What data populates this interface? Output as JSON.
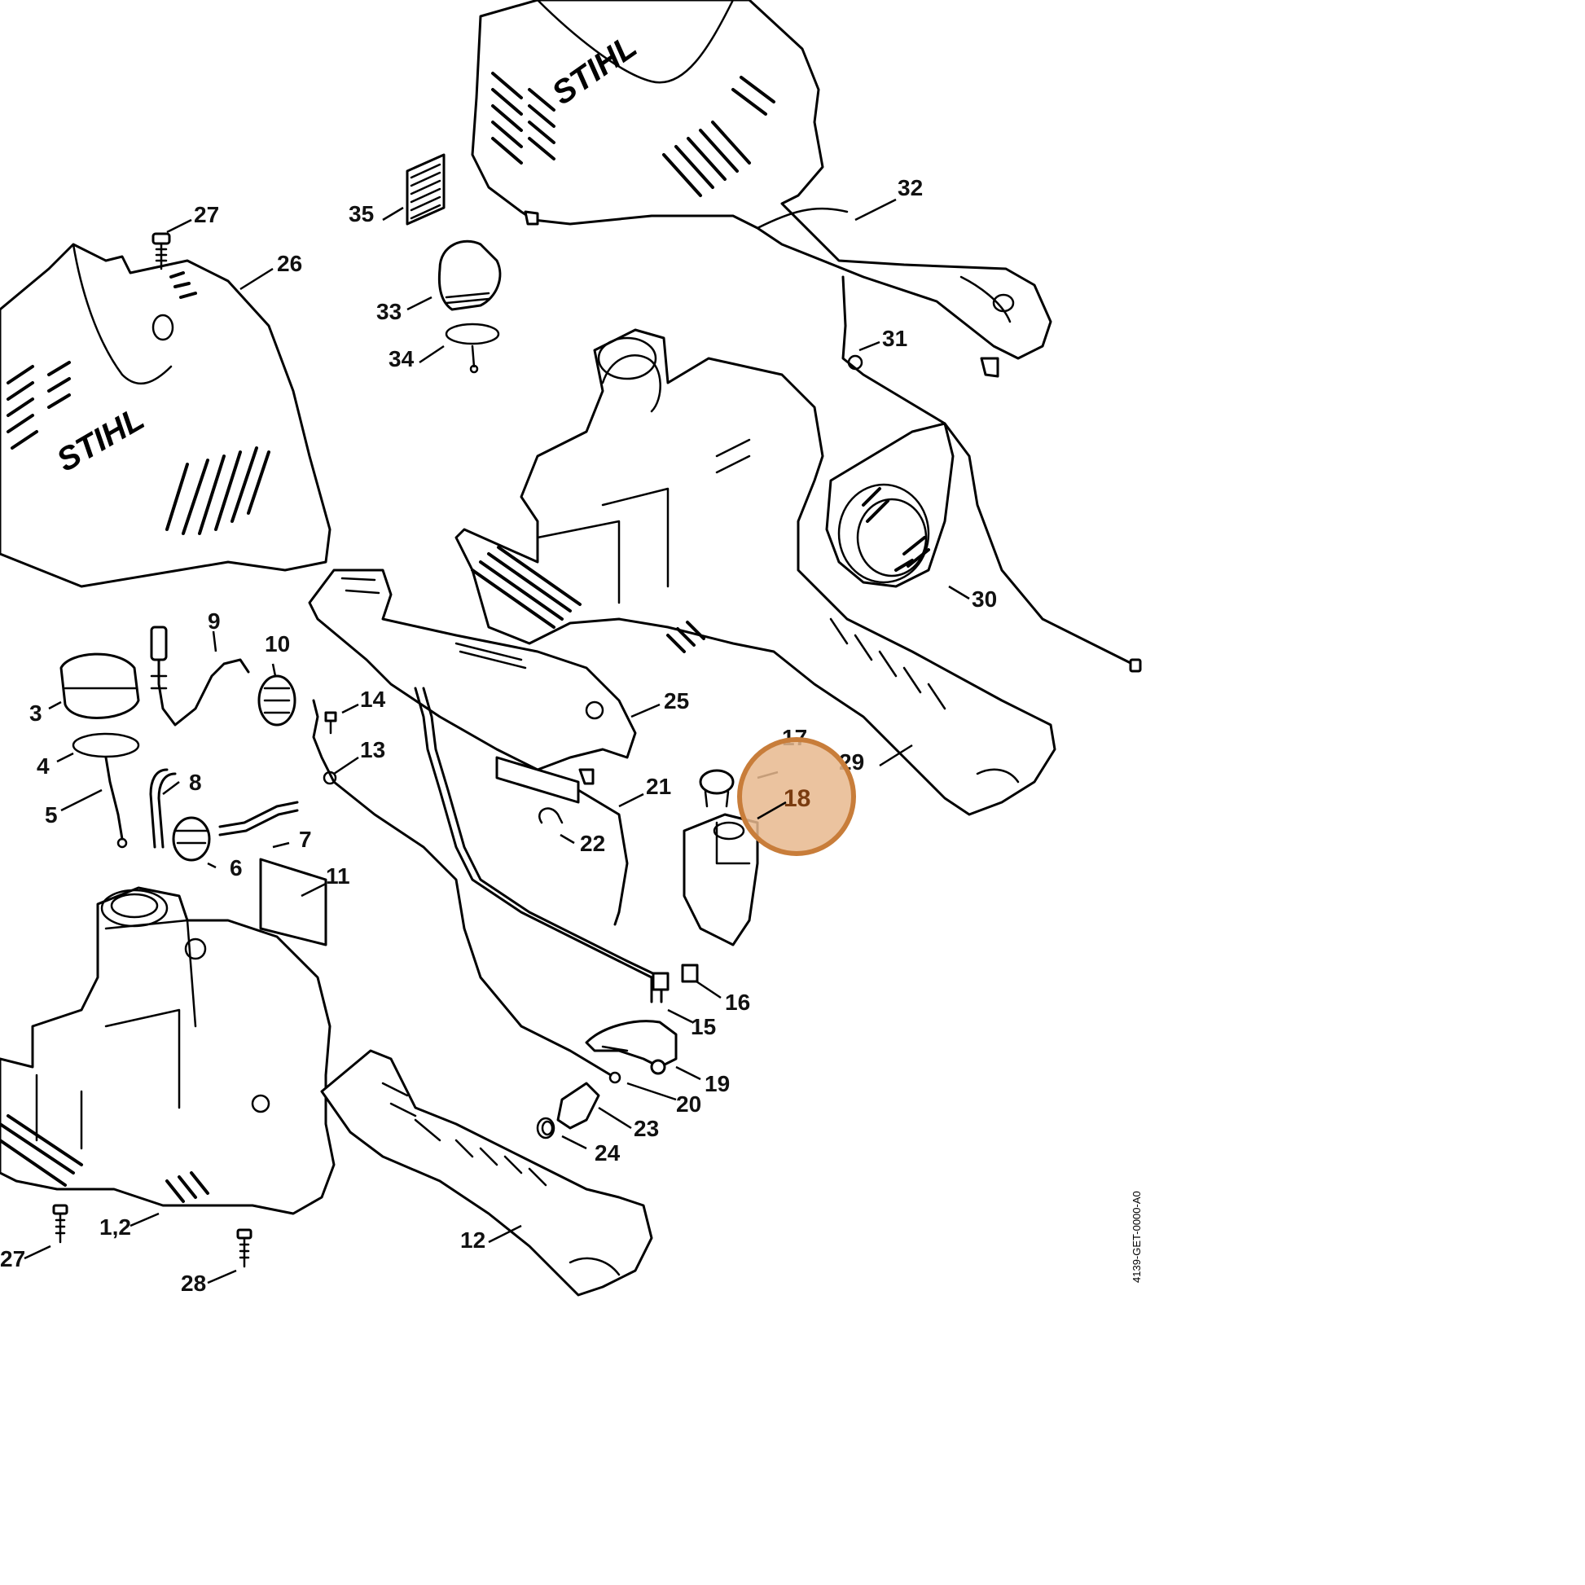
{
  "brand": "STIHL",
  "document_ref": "4139-GET-0000-A0",
  "highlight": {
    "label": "18",
    "fill": "#e8b98e",
    "stroke": "#c87d3a"
  },
  "callouts": [
    {
      "id": "27a",
      "label": "27"
    },
    {
      "id": "26",
      "label": "26"
    },
    {
      "id": "35",
      "label": "35"
    },
    {
      "id": "32",
      "label": "32"
    },
    {
      "id": "33",
      "label": "33"
    },
    {
      "id": "34",
      "label": "34"
    },
    {
      "id": "31",
      "label": "31"
    },
    {
      "id": "30",
      "label": "30"
    },
    {
      "id": "9",
      "label": "9"
    },
    {
      "id": "10",
      "label": "10"
    },
    {
      "id": "3",
      "label": "3"
    },
    {
      "id": "4",
      "label": "4"
    },
    {
      "id": "5",
      "label": "5"
    },
    {
      "id": "8",
      "label": "8"
    },
    {
      "id": "6",
      "label": "6"
    },
    {
      "id": "7",
      "label": "7"
    },
    {
      "id": "11",
      "label": "11"
    },
    {
      "id": "14",
      "label": "14"
    },
    {
      "id": "13",
      "label": "13"
    },
    {
      "id": "25",
      "label": "25"
    },
    {
      "id": "21",
      "label": "21"
    },
    {
      "id": "22",
      "label": "22"
    },
    {
      "id": "17",
      "label": "17"
    },
    {
      "id": "29",
      "label": "29"
    },
    {
      "id": "16",
      "label": "16"
    },
    {
      "id": "15",
      "label": "15"
    },
    {
      "id": "19",
      "label": "19"
    },
    {
      "id": "20",
      "label": "20"
    },
    {
      "id": "23",
      "label": "23"
    },
    {
      "id": "24",
      "label": "24"
    },
    {
      "id": "12",
      "label": "12"
    },
    {
      "id": "1-2",
      "label": "1,2"
    },
    {
      "id": "27b",
      "label": "27"
    },
    {
      "id": "28",
      "label": "28"
    }
  ]
}
